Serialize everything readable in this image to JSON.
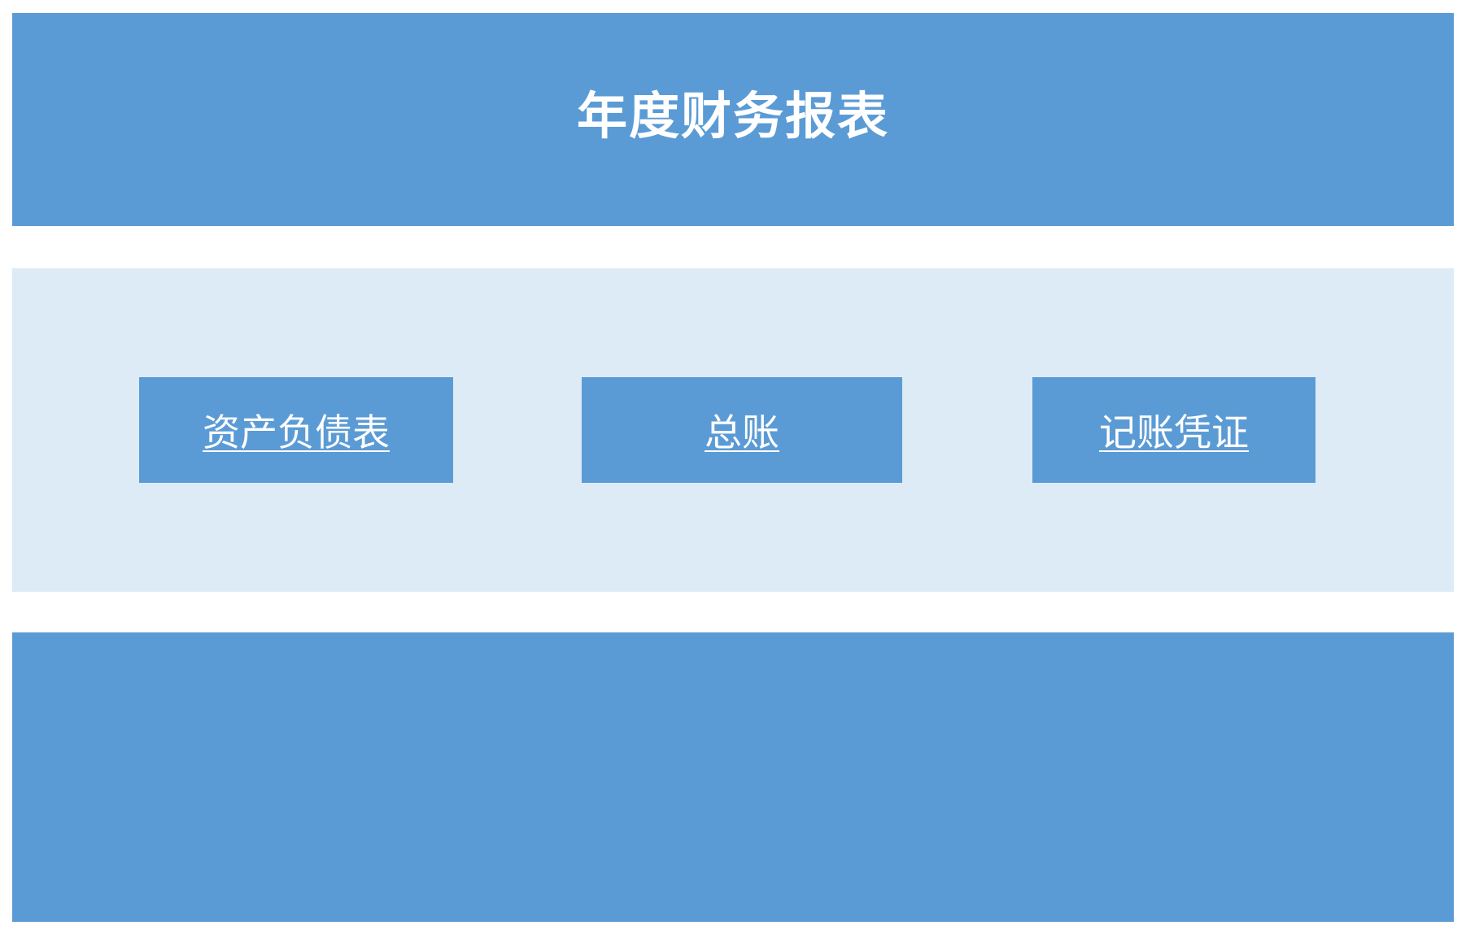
{
  "header": {
    "title": "年度财务报表"
  },
  "nav": {
    "items": [
      {
        "label": "资产负债表"
      },
      {
        "label": "总账"
      },
      {
        "label": "记账凭证"
      }
    ]
  },
  "colors": {
    "primary": "#5B9BD5",
    "panel_bg": "#DDEBF7",
    "text": "#FFFFFF"
  }
}
